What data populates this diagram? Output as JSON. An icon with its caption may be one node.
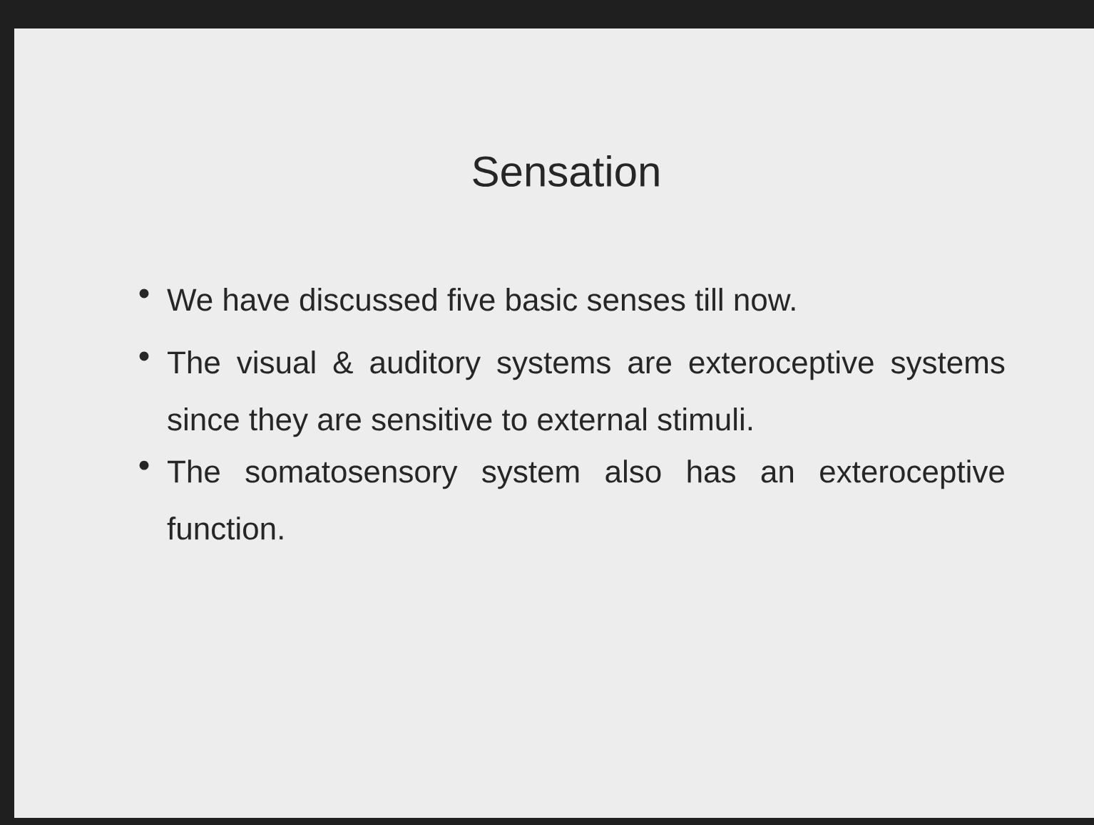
{
  "diagram": {
    "title": "Sensation",
    "labels": [
      "We have discussed five basic senses till now.",
      "The visual & auditory systems are exteroceptive systems since they are sensitive to external stimuli.",
      "The somatosensory system also has an exteroceptive function."
    ]
  }
}
